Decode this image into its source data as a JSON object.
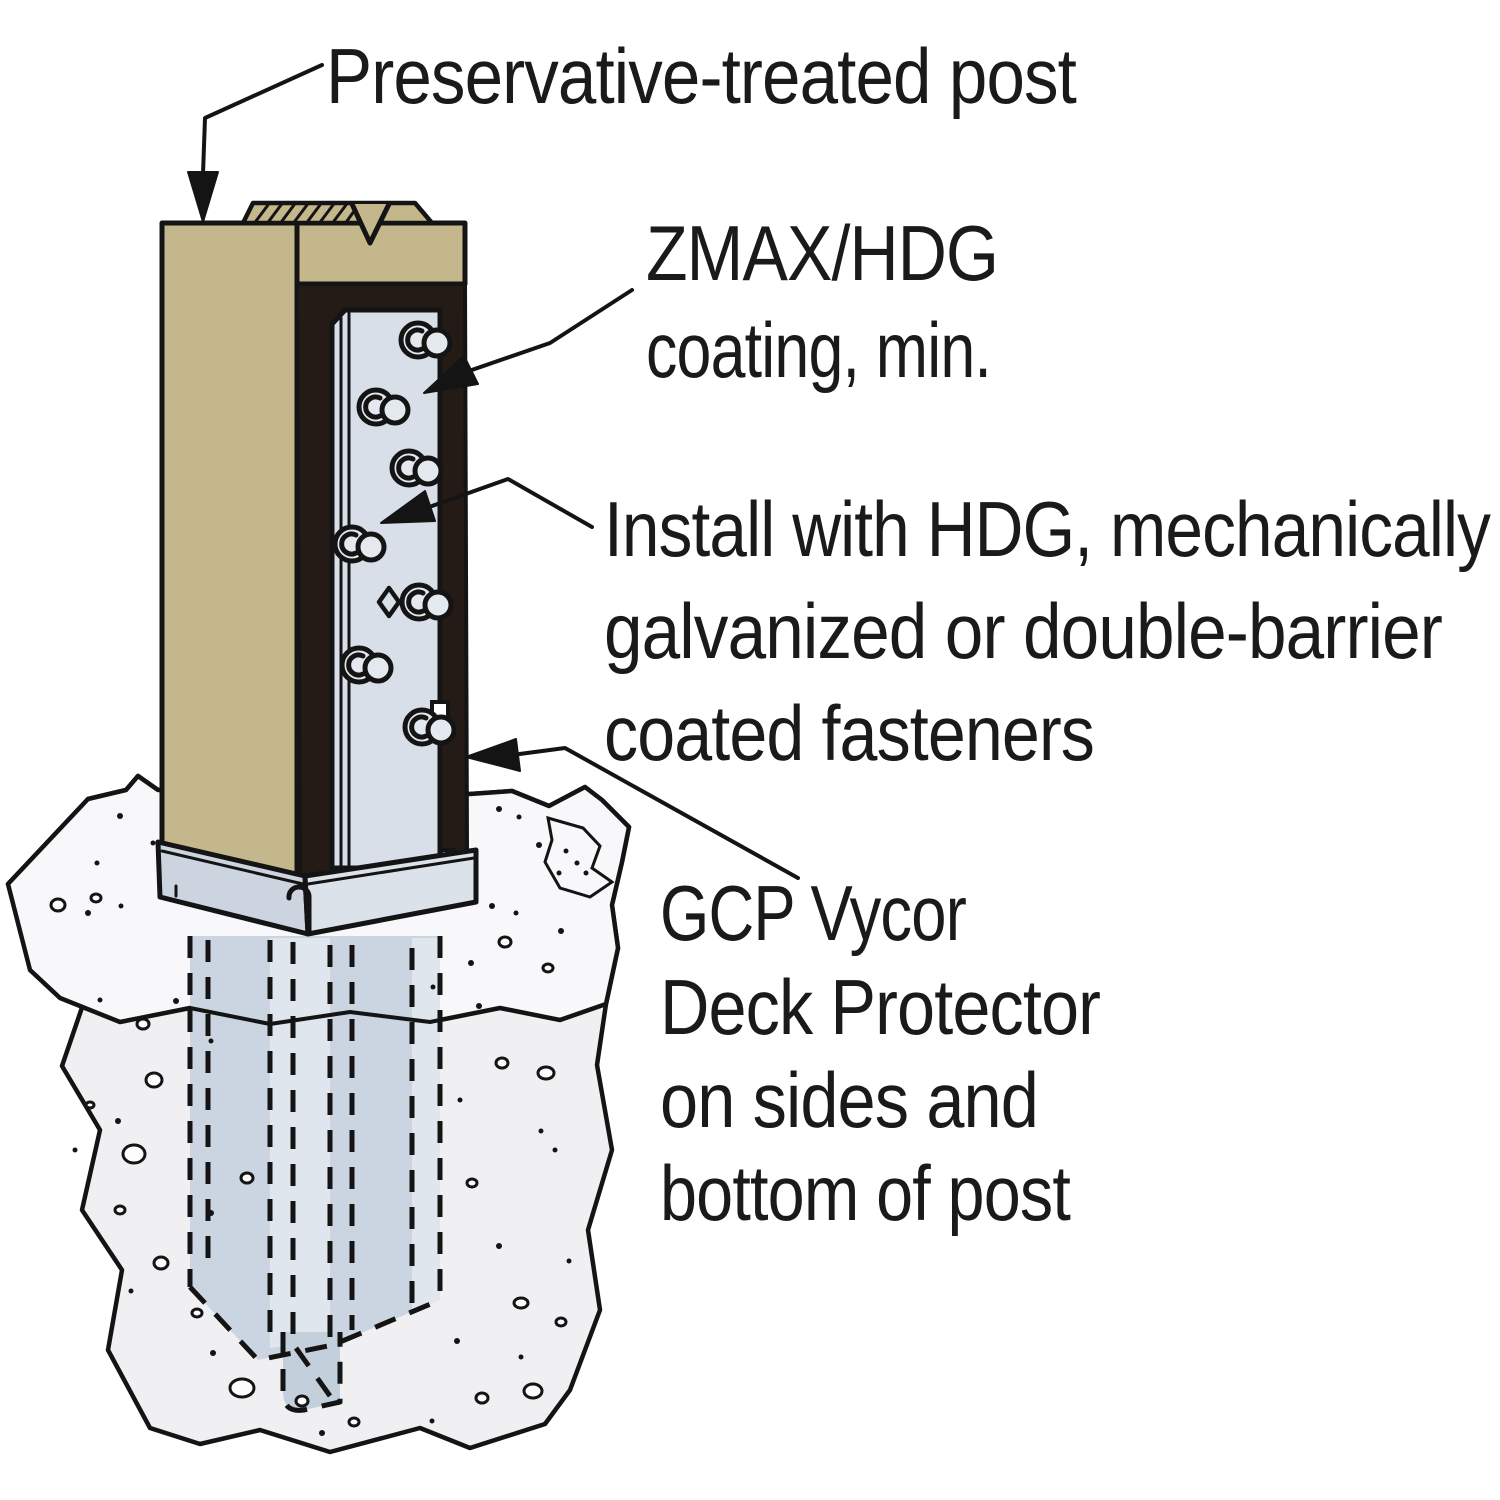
{
  "figure": {
    "type": "installation-detail-diagram",
    "subject": "Preservative-treated post installed in a concrete footing with a coated steel post base, protective membrane and coated fasteners"
  },
  "labels": {
    "post": {
      "text": "Preservative-treated post"
    },
    "coating": {
      "line1": "ZMAX/HDG",
      "line2": "coating, min."
    },
    "fasteners": {
      "line1": "Install with HDG, mechanically",
      "line2": "galvanized or double-barrier",
      "line3": "coated fasteners"
    },
    "membrane": {
      "line1": "GCP Vycor",
      "line2": "Deck Protector",
      "line3": "on sides and",
      "line4": "bottom of post"
    }
  },
  "colors": {
    "wood": "#c3b78b",
    "membrane_black": "#241b16",
    "steel_light": "#d8dfe8",
    "steel_mid": "#ccd5df",
    "steel_lighter": "#dce2e9",
    "buried_fill": "#cbd5e1",
    "buried_highlight": "#e0e6ed",
    "buried_foot": "#c4cfdc",
    "concrete_face": "#f0f0f3",
    "concrete_top": "#f8f8fa",
    "outline": "#141414",
    "text": "#1a1a1a",
    "background": "#ffffff"
  }
}
